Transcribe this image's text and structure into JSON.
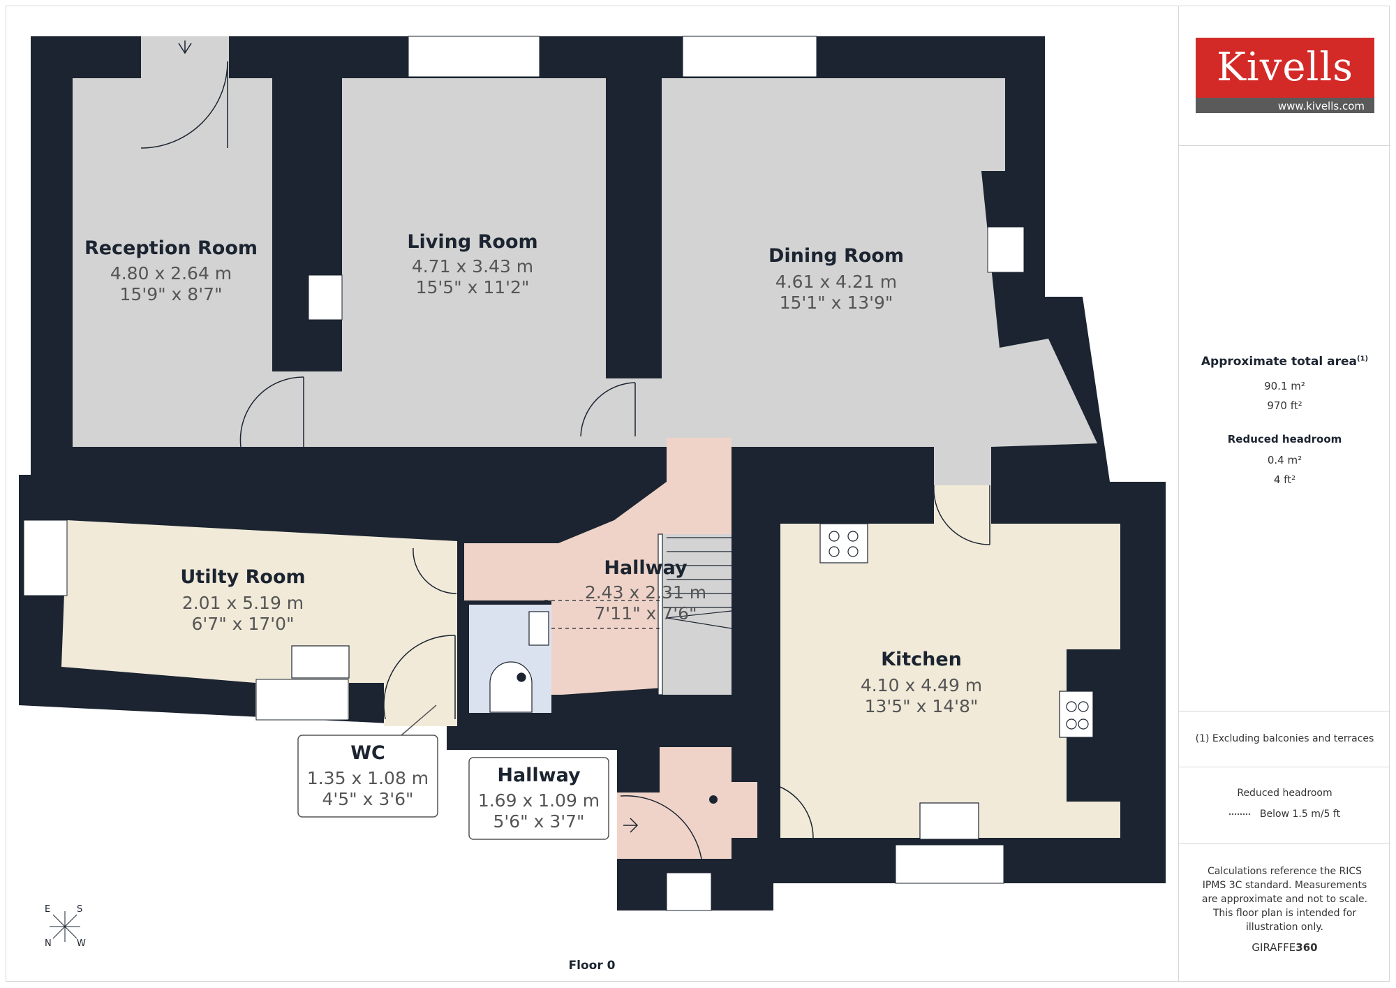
{
  "brand": {
    "name": "Kivells",
    "url": "www.kivells.com",
    "logo_color": "#d42a27"
  },
  "colors": {
    "wall": "#1b2430",
    "grey_room": "#d3d3d3",
    "beige_room": "#f1ead9",
    "pink_room": "#efd3c8",
    "blue_room": "#dbe2ef"
  },
  "rooms": [
    {
      "name": "Reception Room",
      "metric": "4.80 x 2.64 m",
      "imperial": "15'9\" x 8'7\""
    },
    {
      "name": "Living Room",
      "metric": "4.71 x 3.43 m",
      "imperial": "15'5\" x 11'2\""
    },
    {
      "name": "Dining Room",
      "metric": "4.61 x 4.21 m",
      "imperial": "15'1\" x 13'9\""
    },
    {
      "name": "Utilty Room",
      "metric": "2.01 x 5.19 m",
      "imperial": "6'7\" x 17'0\""
    },
    {
      "name": "Hallway",
      "metric": "2.43 x 2.31 m",
      "imperial": "7'11\" x 7'6\""
    },
    {
      "name": "Kitchen",
      "metric": "4.10 x 4.49 m",
      "imperial": "13'5\" x 14'8\""
    },
    {
      "name": "WC",
      "metric": "1.35 x 1.08 m",
      "imperial": "4'5\" x 3'6\""
    },
    {
      "name": "Hallway",
      "metric": "1.69 x 1.09 m",
      "imperial": "5'6\" x 3'7\""
    }
  ],
  "floor_label": "Floor 0",
  "compass": {
    "e": "E",
    "s": "S",
    "n": "N",
    "w": "W"
  },
  "area": {
    "title": "Approximate total area",
    "title_sup": "(1)",
    "m2": "90.1 m²",
    "ft2": "970 ft²",
    "reduced_title": "Reduced headroom",
    "reduced_m2": "0.4 m²",
    "reduced_ft2": "4 ft²"
  },
  "footnote": "(1) Excluding balconies and terraces",
  "legend": {
    "title": "Reduced headroom",
    "item": "Below 1.5 m/5 ft"
  },
  "disclaimer": "Calculations reference the RICS IPMS 3C standard. Measurements are approximate and not to scale. This floor plan is intended for illustration only.",
  "software": {
    "prefix": "GIRAFFE",
    "suffix": "360"
  }
}
